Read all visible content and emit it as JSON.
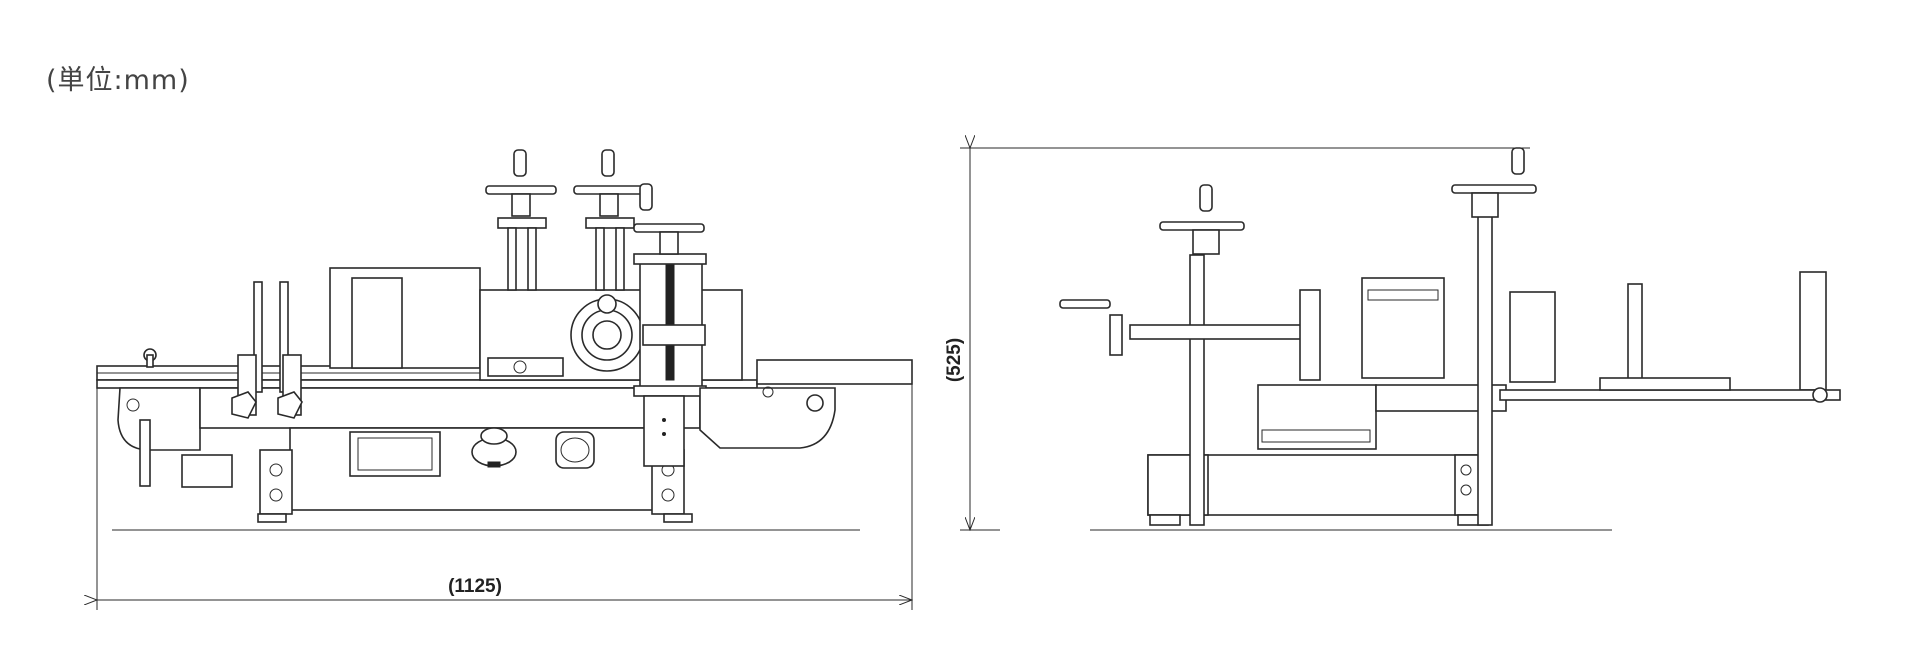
{
  "units_label": "(単位:mm)",
  "dimensions": {
    "width_label": "(1125)",
    "height_label": "(525)"
  }
}
